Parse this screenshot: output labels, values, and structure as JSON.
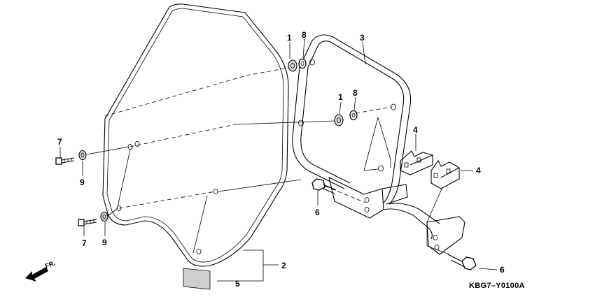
{
  "diagram": {
    "code": "KBG7–Y0100A",
    "direction_label": "FR.",
    "callouts": {
      "c1_top": "1",
      "c8_top": "8",
      "c3": "3",
      "c1_mid": "1",
      "c8_mid": "8",
      "c4_a": "4",
      "c4_b": "4",
      "c7_top": "7",
      "c9_top": "9",
      "c7_bot": "7",
      "c9_bot": "9",
      "c6_left": "6",
      "c6_right": "6",
      "c2": "2",
      "c5": "5"
    }
  }
}
